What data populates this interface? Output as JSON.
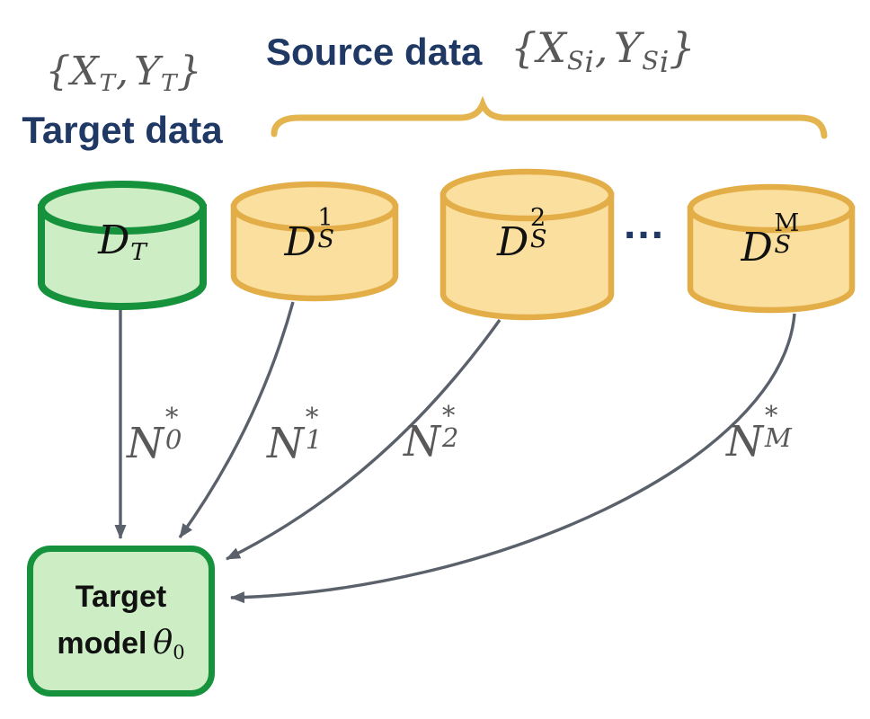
{
  "colors": {
    "navy": "#1F3864",
    "mgray": "#595959",
    "agray": "#5A616B",
    "gborder": "#16913C",
    "gfill": "#CDEDC5",
    "yborder": "#E3AE47",
    "yfill": "#FADF9F",
    "brace": "#E4B44F",
    "ink": "#111111",
    "bg": "#FFFFFF"
  },
  "header": {
    "target_set": {
      "open": "{",
      "x": "X",
      "x_sub": "T",
      "sep": ",",
      "y": "Y",
      "y_sub": "T",
      "close": "}"
    },
    "target_label": "Target data",
    "source_label": "Source data",
    "source_set": {
      "open": "{",
      "x": "X",
      "x_sub": "S",
      "x_subsub": "i",
      "sep": ",",
      "y": "Y",
      "y_sub": "S",
      "y_subsub": "i",
      "close": "}"
    }
  },
  "cylinders": {
    "target": {
      "base": "D",
      "sub": "T"
    },
    "s1": {
      "base": "D",
      "sup": "1",
      "sub": "S"
    },
    "s2": {
      "base": "D",
      "sup": "2",
      "sub": "S"
    },
    "sm": {
      "base": "D",
      "sup": "M",
      "sub": "S"
    },
    "ellipsis": "..."
  },
  "arrow_labels": {
    "n0": {
      "base": "N",
      "sup": "*",
      "sub": "0"
    },
    "n1": {
      "base": "N",
      "sup": "*",
      "sub": "1"
    },
    "n2": {
      "base": "N",
      "sup": "*",
      "sub": "2"
    },
    "nm": {
      "base": "N",
      "sup": "*",
      "sub": "M"
    }
  },
  "model_box": {
    "line1": "Target",
    "line2_prefix": "model",
    "theta": "θ",
    "theta_sub": "0"
  }
}
